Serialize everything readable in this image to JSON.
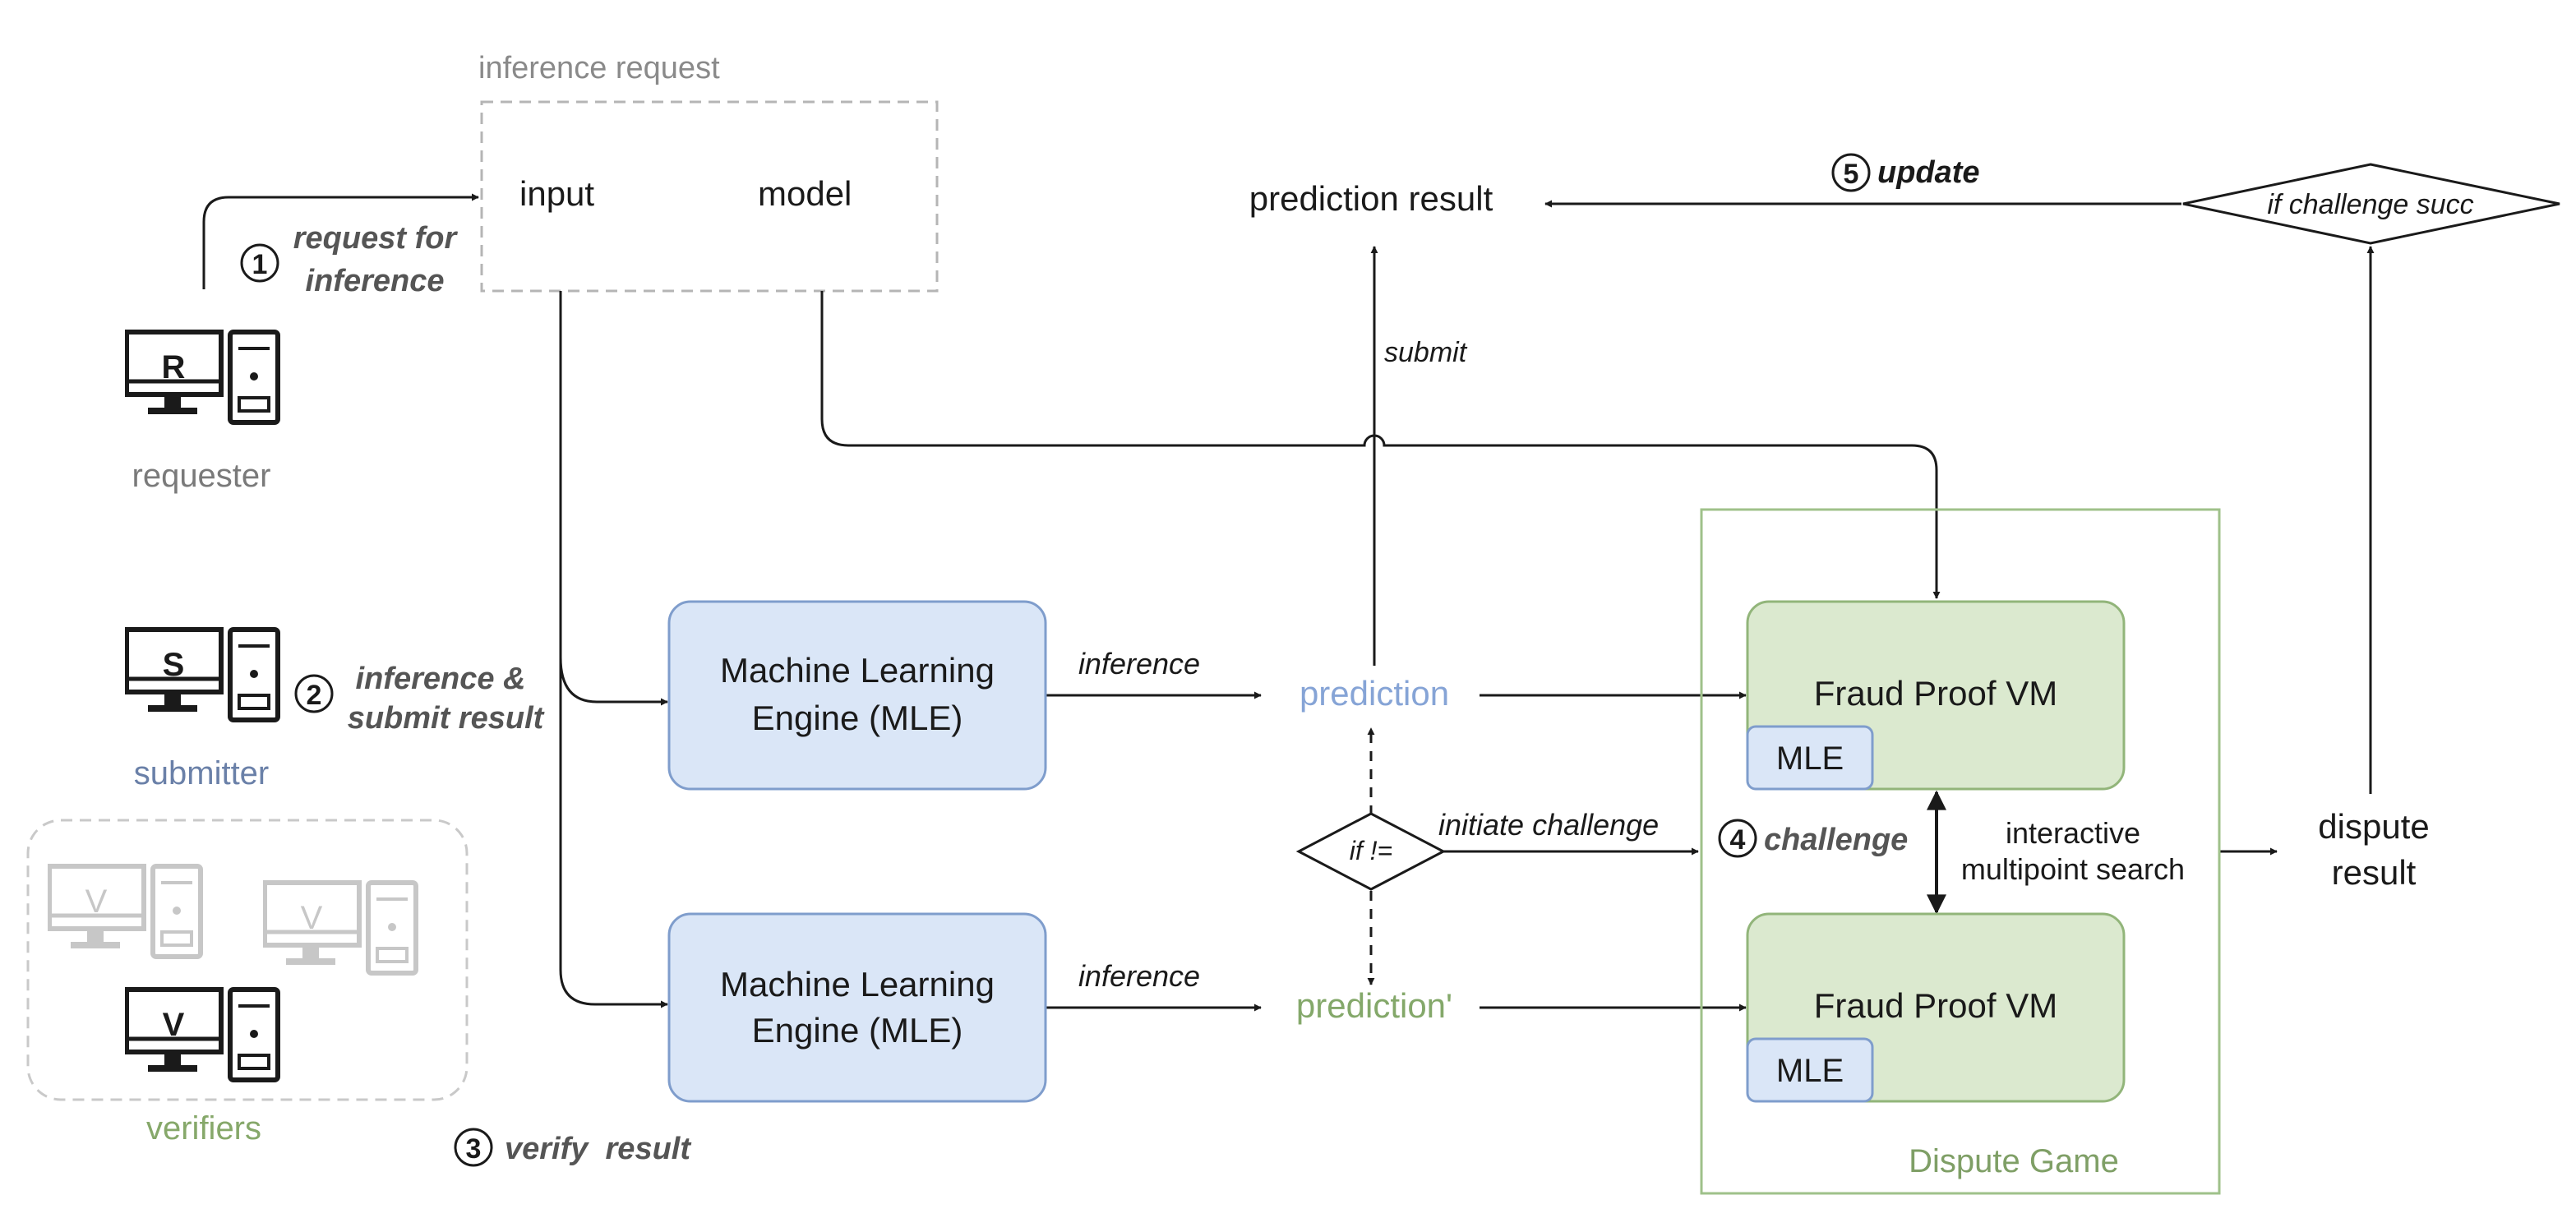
{
  "colors": {
    "ink": "#1a1a1a",
    "grey_text": "#8a8a8a",
    "dashed_border": "#b5b5b5",
    "mle_fill": "#dae6f7",
    "mle_stroke": "#7f9dcc",
    "vm_fill": "#dbe9cf",
    "vm_stroke": "#92b57a",
    "dispute_stroke": "#9fc18a",
    "prediction_blue": "#86a4d6",
    "prediction_green": "#84a86a",
    "dispute_label": "#7f9f66",
    "submitter_label": "#6a80a8",
    "verifier_label": "#86a86a",
    "faded": "#c7c7c7"
  },
  "inference_request": {
    "title": "inference request",
    "input": "input",
    "model": "model"
  },
  "actors": {
    "requester": {
      "letter": "R",
      "label": "requester",
      "icon": "computer-icon"
    },
    "submitter": {
      "letter": "S",
      "label": "submitter",
      "icon": "computer-icon"
    },
    "verifiers": {
      "letter": "V",
      "label": "verifiers",
      "icon": "computer-icon"
    }
  },
  "steps": {
    "s1": {
      "num": "1",
      "line1": "request for",
      "line2": "inference"
    },
    "s2": {
      "num": "2",
      "line1": "inference &",
      "line2": "submit result"
    },
    "s3": {
      "num": "3",
      "text": "verify  result"
    },
    "s4": {
      "num": "4",
      "text": "challenge"
    },
    "s5": {
      "num": "5",
      "text": "update"
    }
  },
  "mle_box": {
    "line1": "Machine Learning",
    "line2": "Engine (MLE)"
  },
  "edge_labels": {
    "inference": "inference",
    "submit": "submit",
    "initiate_challenge": "initiate challenge",
    "interactive_line1": "interactive",
    "interactive_line2": "multipoint search"
  },
  "nodes": {
    "prediction": "prediction",
    "prediction_prime": "prediction'",
    "prediction_result": "prediction result",
    "if_neq": "if !=",
    "if_challenge": "if challenge succ",
    "dispute_result_line1": "dispute",
    "dispute_result_line2": "result"
  },
  "fraud_proof": {
    "title": "Fraud Proof VM",
    "mle": "MLE"
  },
  "dispute_game": {
    "label": "Dispute Game"
  }
}
